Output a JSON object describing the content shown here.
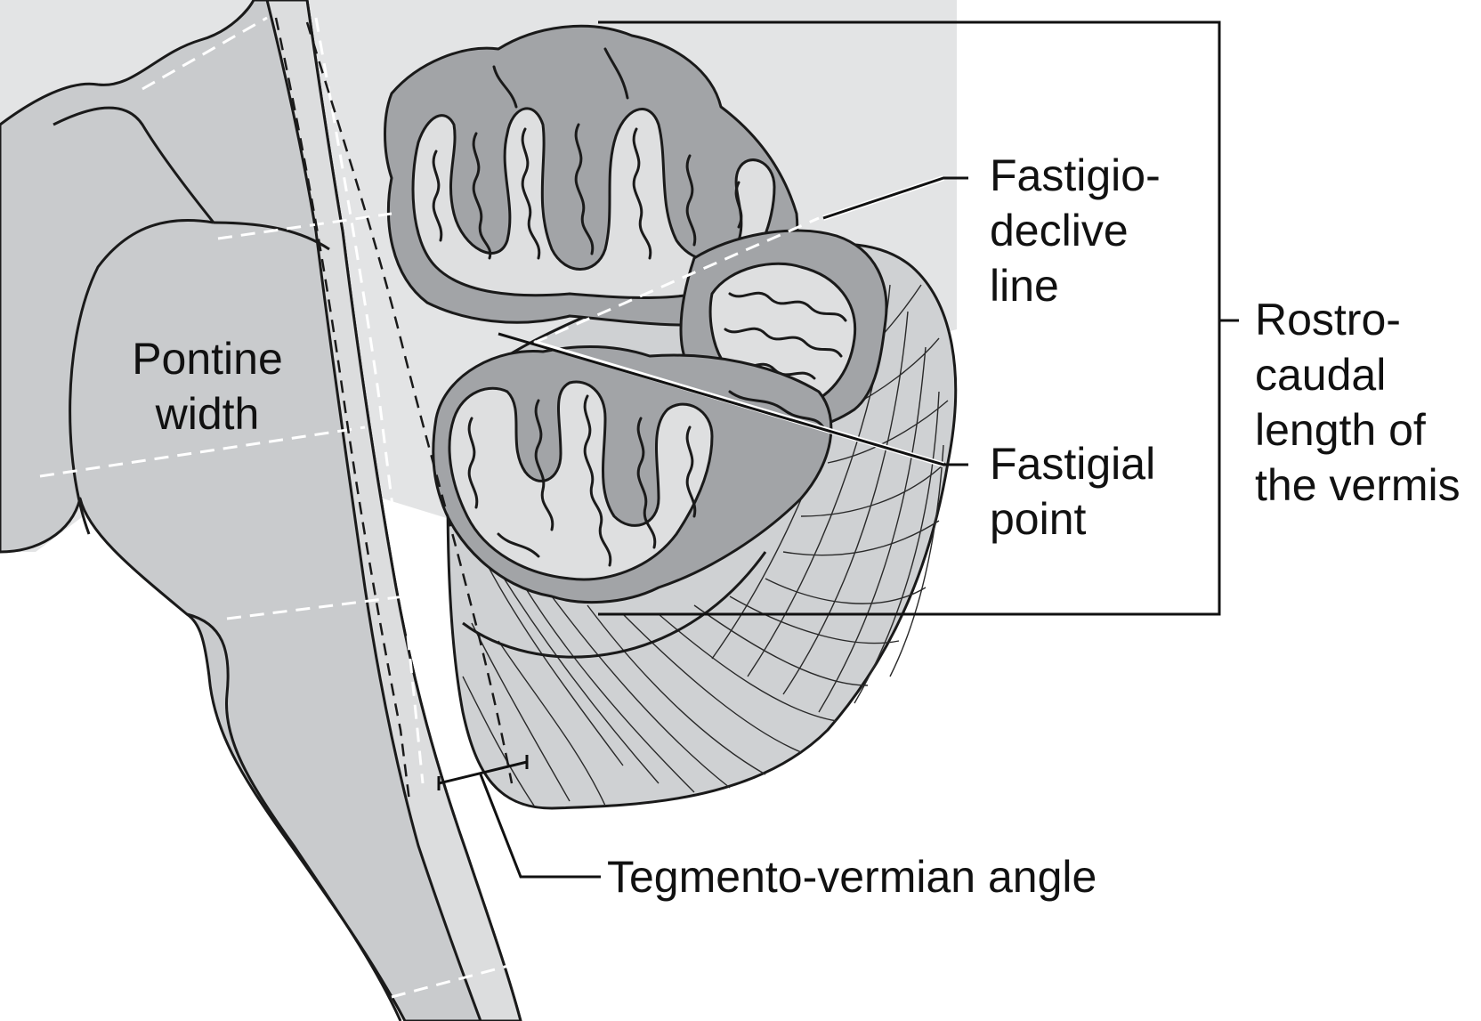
{
  "labels": {
    "fastigio_declive_line": [
      "Fastigio-",
      "declive",
      "line"
    ],
    "fastigial_point": [
      "Fastigial",
      "point"
    ],
    "rostrocaudal_length": [
      "Rostro-",
      "caudal",
      "length of",
      "the vermis"
    ],
    "pontine_width": [
      "Pontine",
      "width"
    ],
    "tegmento_vermian_angle": "Tegmento-vermian angle"
  },
  "colors": {
    "background_panel": "#e3e4e5",
    "brainstem": "#c9cbcd",
    "vermis_lobe": "#a2a4a7",
    "white_matter": "#dedfe0",
    "hemisphere": "#cfd1d3"
  }
}
